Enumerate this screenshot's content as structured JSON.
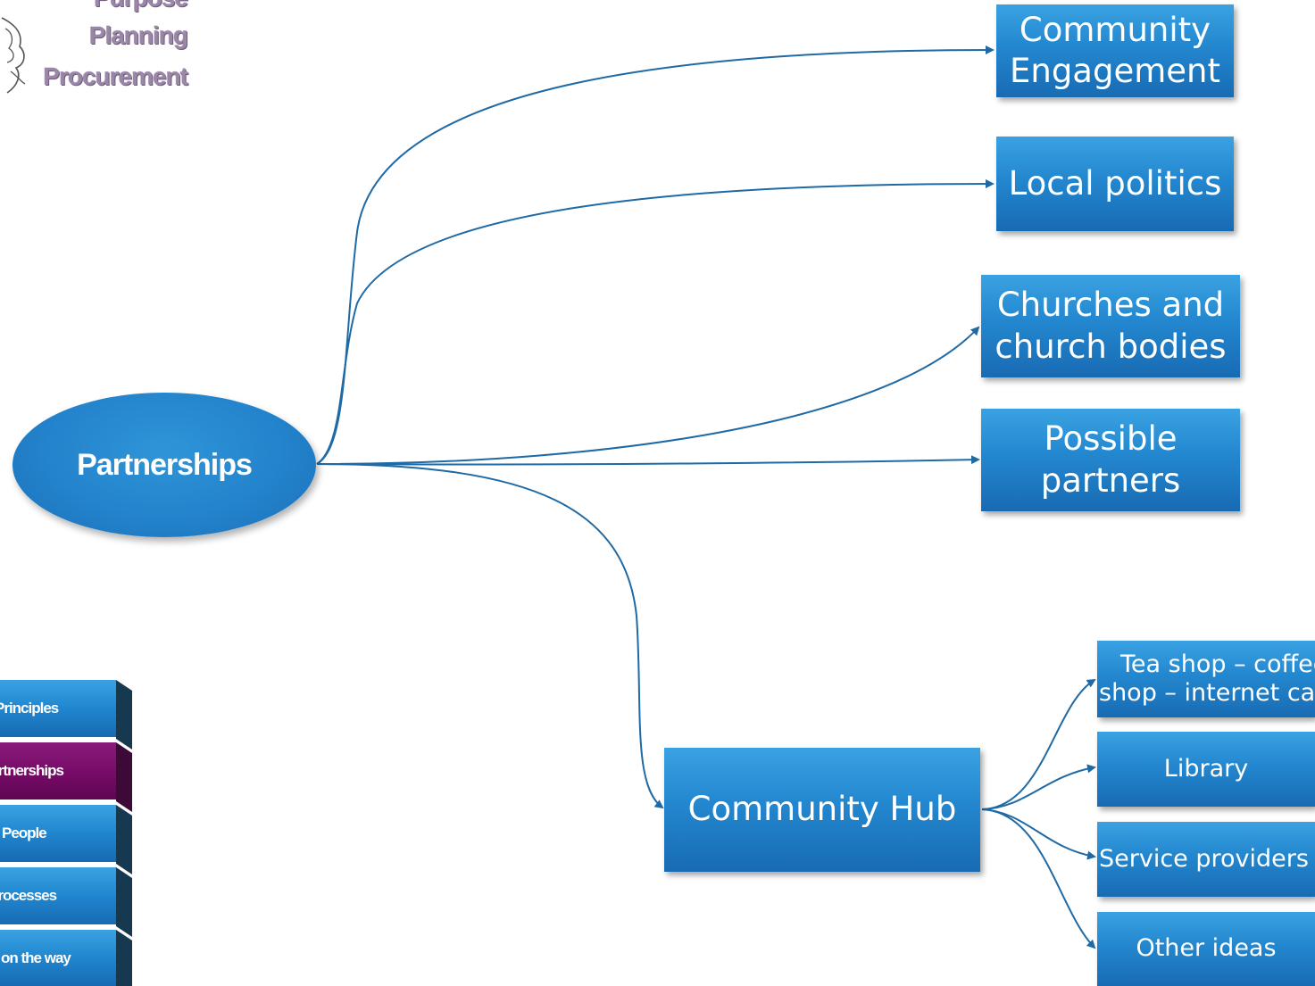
{
  "logo": {
    "words": [
      "Purpose",
      "Planning",
      "Procurement"
    ]
  },
  "hub_node": {
    "label": "Partnerships"
  },
  "branches": [
    {
      "id": "community-engagement",
      "label_lines": [
        "Community",
        "Engagement"
      ]
    },
    {
      "id": "local-politics",
      "label_lines": [
        "Local politics"
      ]
    },
    {
      "id": "churches",
      "label_lines": [
        "Churches and",
        "church bodies"
      ]
    },
    {
      "id": "possible-partners",
      "label_lines": [
        "Possible",
        "partners"
      ]
    },
    {
      "id": "community-hub",
      "label_lines": [
        "Community Hub"
      ]
    }
  ],
  "hub_children": [
    {
      "id": "tea-shop",
      "label_lines": [
        "Tea shop – coffee",
        "shop – internet café"
      ]
    },
    {
      "id": "library",
      "label_lines": [
        "Library"
      ]
    },
    {
      "id": "service-providers",
      "label_lines": [
        "Service providers"
      ]
    },
    {
      "id": "other-ideas",
      "label_lines": [
        "Other ideas"
      ]
    }
  ],
  "nav": {
    "items": [
      {
        "label": "Principles",
        "active": false
      },
      {
        "label": "Partnerships",
        "active": true
      },
      {
        "label": "People",
        "active": false
      },
      {
        "label": "Processes",
        "active": false
      },
      {
        "label": "Steps on the way",
        "active": false
      }
    ]
  },
  "colors": {
    "box_blue": "#2387cf",
    "connector": "#1f6aa5",
    "nav_active": "#740a65",
    "nav_side": "#17394f"
  }
}
